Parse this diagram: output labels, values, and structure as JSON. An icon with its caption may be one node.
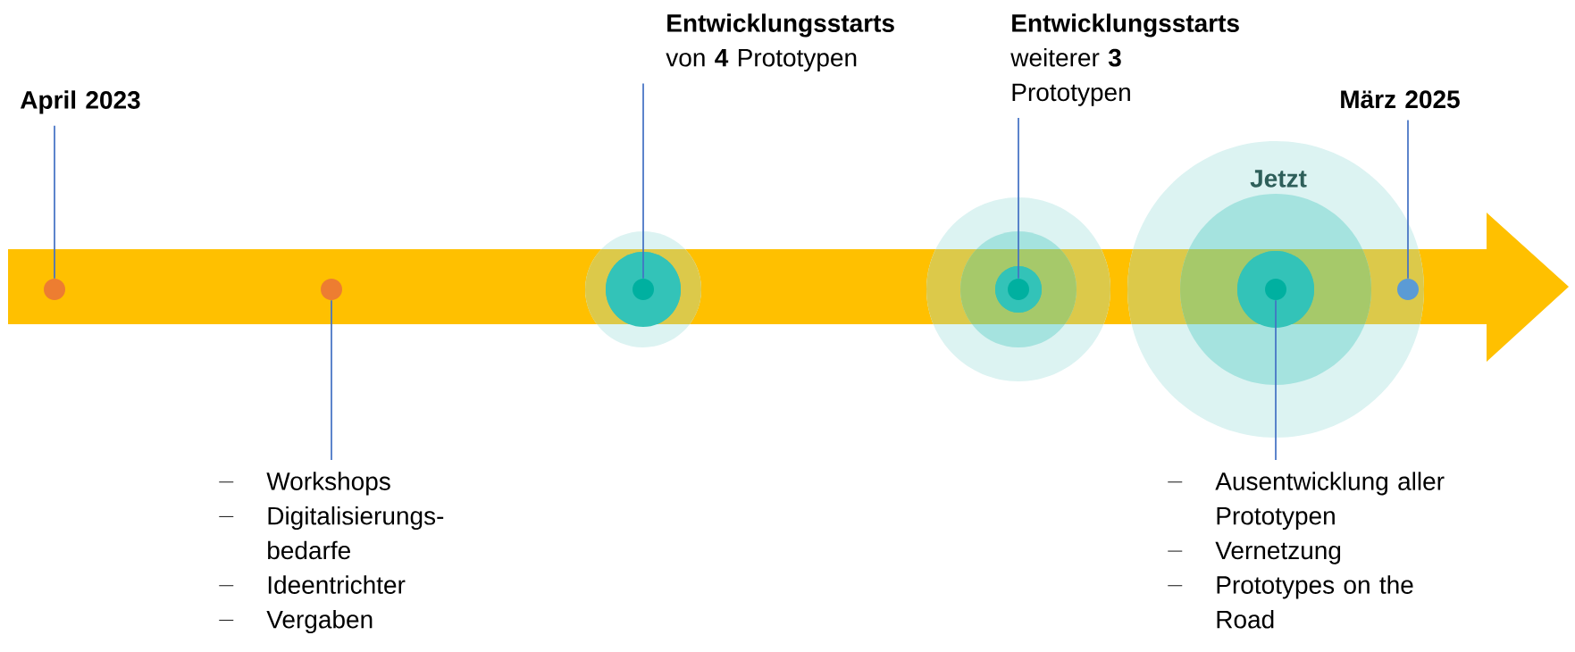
{
  "diagram": {
    "nodes": [
      {
        "text": [
          "April 2023"
        ]
      },
      {
        "text": [],
        "shape": "circle"
      },
      {
        "text": [],
        "shape": "circle"
      },
      {
        "text": [
          "Workshops",
          "Digitalisierungs-bedarfe",
          "Ideentrichter",
          "Vergaben"
        ]
      },
      {
        "text": [
          "Entwicklungsstarts",
          "von **4** Prototypen"
        ]
      },
      {
        "text": [],
        "shape": "circle"
      },
      {
        "text": [
          "Entwicklungsstarts",
          "weiterer **3** Prototypen"
        ]
      },
      {
        "text": [],
        "shape": "circle"
      },
      {
        "text": [],
        "shape": "circle"
      },
      {
        "text": [
          "Ausentwicklung aller Prototypen",
          "Vernetzung",
          "Prototypes on the Road"
        ]
      },
      {
        "text": [
          "März 2025"
        ]
      },
      {
        "text": [],
        "shape": "circle"
      }
    ],
    "edges": [
      {
        "from": 0,
        "to": 1,
        "arrow": "none"
      },
      {
        "from": 3,
        "to": 2,
        "arrow": "none"
      },
      {
        "from": 4,
        "to": 5,
        "arrow": "none"
      },
      {
        "from": 6,
        "to": 7,
        "arrow": "none"
      },
      {
        "from": 9,
        "to": 8,
        "arrow": "none"
      },
      {
        "from": 10,
        "to": 11,
        "arrow": "none"
      }
    ],
    "labels": [
      "Jetzt"
    ]
  }
}
